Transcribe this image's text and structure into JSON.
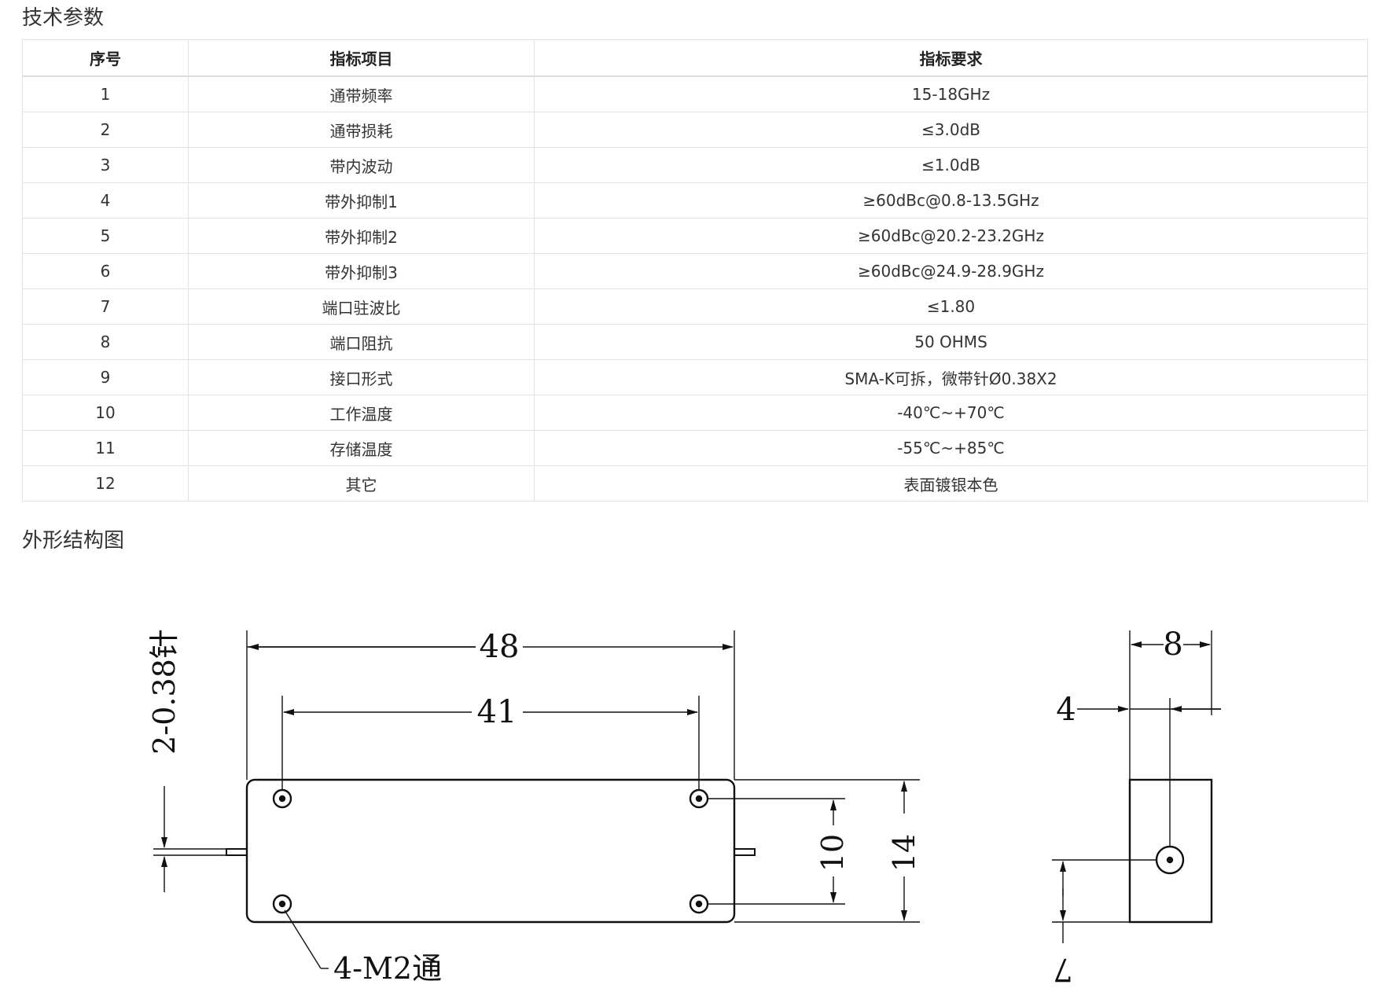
{
  "spec_section": {
    "title": "技术参数",
    "headers": [
      "序号",
      "指标项目",
      "指标要求"
    ],
    "rows": [
      [
        "1",
        "通带频率",
        "15-18GHz"
      ],
      [
        "2",
        "通带损耗",
        "≤3.0dB"
      ],
      [
        "3",
        "带内波动",
        "≤1.0dB"
      ],
      [
        "4",
        "带外抑制1",
        "≥60dBc@0.8-13.5GHz"
      ],
      [
        "5",
        "带外抑制2",
        "≥60dBc@20.2-23.2GHz"
      ],
      [
        "6",
        "带外抑制3",
        "≥60dBc@24.9-28.9GHz"
      ],
      [
        "7",
        "端口驻波比",
        "≤1.80"
      ],
      [
        "8",
        "端口阻抗",
        "50 OHMS"
      ],
      [
        "9",
        "接口形式",
        "SMA-K可拆，微带针Ø0.38X2"
      ],
      [
        "10",
        "工作温度",
        "-40℃~+70℃"
      ],
      [
        "11",
        "存储温度",
        "-55℃~+85℃"
      ],
      [
        "12",
        "其它",
        "表面镀银本色"
      ]
    ]
  },
  "outline_section": {
    "title": "外形结构图",
    "dimensions": {
      "length_48": "48",
      "hole_span_41": "41",
      "pin_label": "2-0.38针",
      "hole_span_10": "10",
      "height_14": "14",
      "mount_label": "4-M2通",
      "width_8": "8",
      "offset_4": "4",
      "offset_7": "7"
    }
  }
}
